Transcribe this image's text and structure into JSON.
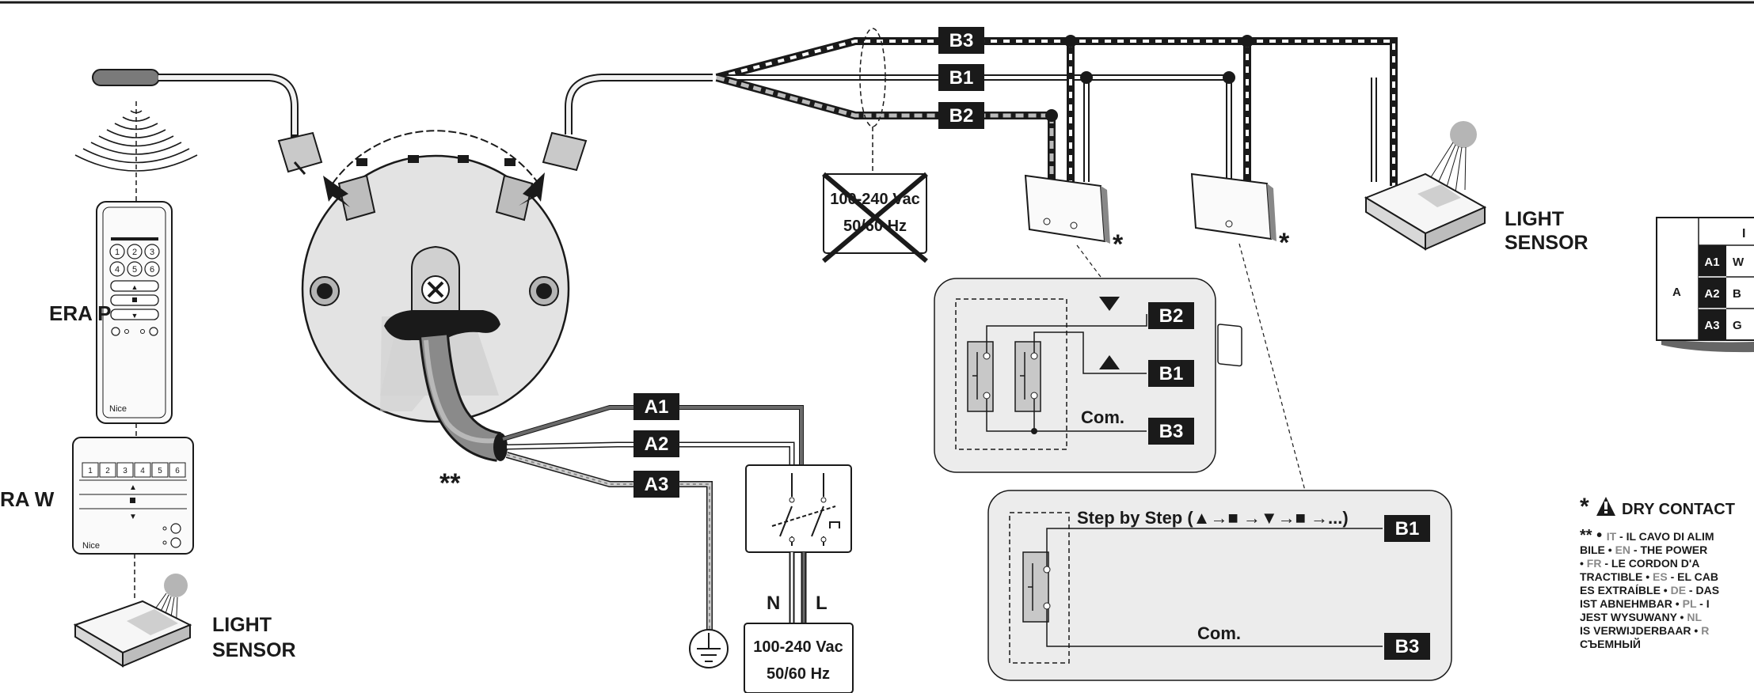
{
  "labels": {
    "era_p": "ERA P",
    "era_w": "RA W",
    "light_sensor_line1": "LIGHT",
    "light_sensor_line2": "SENSOR",
    "double_star": "**",
    "star": "*",
    "neutral": "N",
    "live": "L",
    "power_line1": "100-240 Vac",
    "power_line2": "50/60 Hz",
    "crossed_line1": "100-240 Vac",
    "crossed_line2": "50/60 Hz",
    "com": "Com.",
    "step_by_step": "Step by Step (▲→■ →▼→■ →...)",
    "remote_brand": "Nice"
  },
  "cables": {
    "a1": "A1",
    "a2": "A2",
    "a3": "A3",
    "b1": "B1",
    "b2": "B2",
    "b3": "B3"
  },
  "remote": {
    "p_buttons": [
      "1",
      "2",
      "3",
      "4",
      "5",
      "6"
    ],
    "w_buttons": [
      "1",
      "2",
      "3",
      "4",
      "5",
      "6"
    ]
  },
  "table": {
    "row_label": "A",
    "header_fragment": "I",
    "rows": [
      {
        "id": "A1",
        "value": "W"
      },
      {
        "id": "A2",
        "value": "B"
      },
      {
        "id": "A3",
        "value": "G"
      }
    ]
  },
  "notes": {
    "dry_contact": "DRY CONTACT",
    "lines": [
      {
        "lead": "** • ",
        "lang": "IT",
        "text": " - IL CAVO DI ALIM"
      },
      {
        "lead": "",
        "lang": "",
        "text": "BILE • "
      },
      {
        "lead": "",
        "lang": "EN",
        "text": " - THE POWER"
      },
      {
        "lead": "• ",
        "lang": "FR",
        "text": " - LE CORDON D'A"
      },
      {
        "lead": "",
        "lang": "",
        "text": "TRACTIBLE • "
      },
      {
        "lead": "",
        "lang": "ES",
        "text": " - EL CAB"
      },
      {
        "lead": "",
        "lang": "",
        "text": "ES EXTRAÍBLE • "
      },
      {
        "lead": "",
        "lang": "DE",
        "text": " - DAS"
      },
      {
        "lead": "",
        "lang": "",
        "text": "IST ABNEHMBAR • "
      },
      {
        "lead": "",
        "lang": "PL",
        "text": " - I"
      },
      {
        "lead": "",
        "lang": "",
        "text": "JEST WYSUWANY • "
      },
      {
        "lead": "",
        "lang": "NL",
        "text": ""
      },
      {
        "lead": "",
        "lang": "",
        "text": "IS VERWIJDERBAAR • "
      },
      {
        "lead": "",
        "lang": "R",
        "text": ""
      },
      {
        "lead": "",
        "lang": "",
        "text": "СЪЕМНЫЙ"
      }
    ]
  },
  "colors": {
    "ink": "#1a1a1a",
    "gray": "#888888",
    "panel": "#ececec",
    "motor": "#e3e3e3",
    "cable_gray": "#9a9a9a",
    "sun": "#b5b5b5"
  }
}
